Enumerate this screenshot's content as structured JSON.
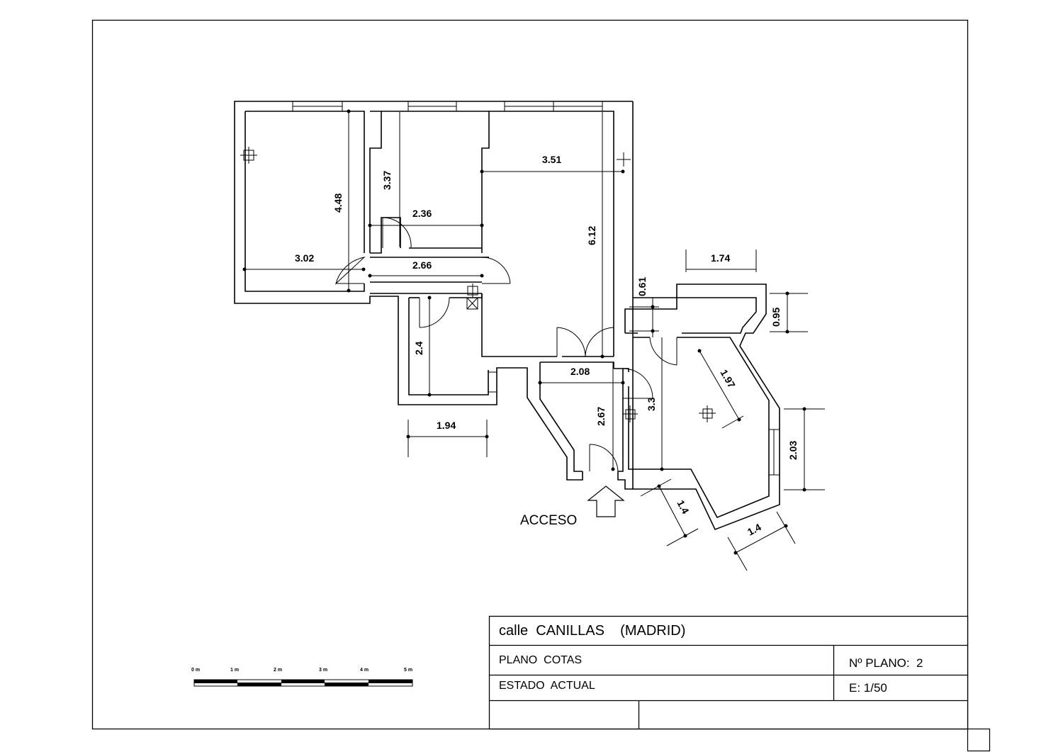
{
  "title_block": {
    "address": "calle  CANILLAS    (MADRID)",
    "plan_type": "PLANO  COTAS",
    "plan_number": "Nº PLANO:  2",
    "state": "ESTADO  ACTUAL",
    "scale": "E: 1/50"
  },
  "entrance_label": "ACCESO",
  "scale_bar": {
    "labels": [
      "0 m",
      "1 m",
      "2 m",
      "3 m",
      "4 m",
      "5 m"
    ]
  },
  "dimensions": {
    "d302": "3.02",
    "d448": "4.48",
    "d337": "3.37",
    "d236": "2.36",
    "d266": "2.66",
    "d351": "3.51",
    "d612": "6.12",
    "d24": "2.4",
    "d194": "1.94",
    "d208": "2.08",
    "d267": "2.67",
    "d33": "3.3",
    "d174": "1.74",
    "d061": "0.61",
    "d095": "0.95",
    "d197": "1.97",
    "d203": "2.03",
    "d14a": "1.4",
    "d14b": "1.4"
  }
}
